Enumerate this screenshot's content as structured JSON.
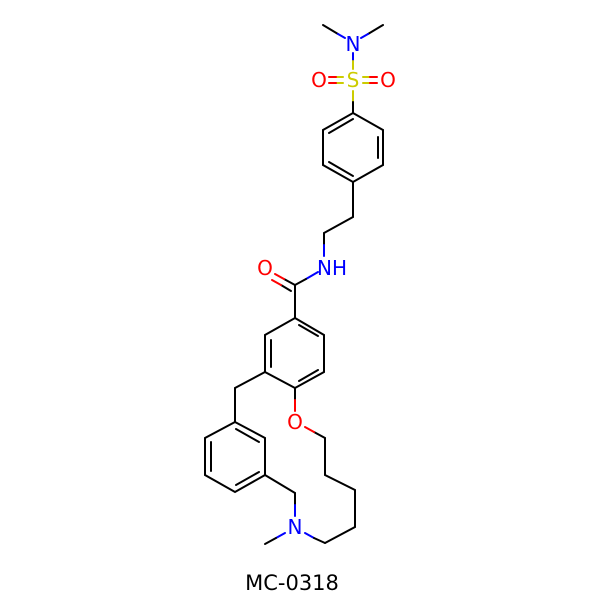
{
  "molecule": {
    "name": "MC-0318",
    "atoms": {
      "sulfonamide_n": "N",
      "sulfur": "S",
      "sulfonyl_o_left": "O",
      "sulfonyl_o_right": "O",
      "amide_nh": "NH",
      "amide_o": "O",
      "ether_o": "O",
      "amine_n": "N"
    },
    "colors": {
      "nitrogen": "#0000ff",
      "oxygen": "#ff0000",
      "sulfur": "#cccc00",
      "carbon": "#000000"
    }
  }
}
